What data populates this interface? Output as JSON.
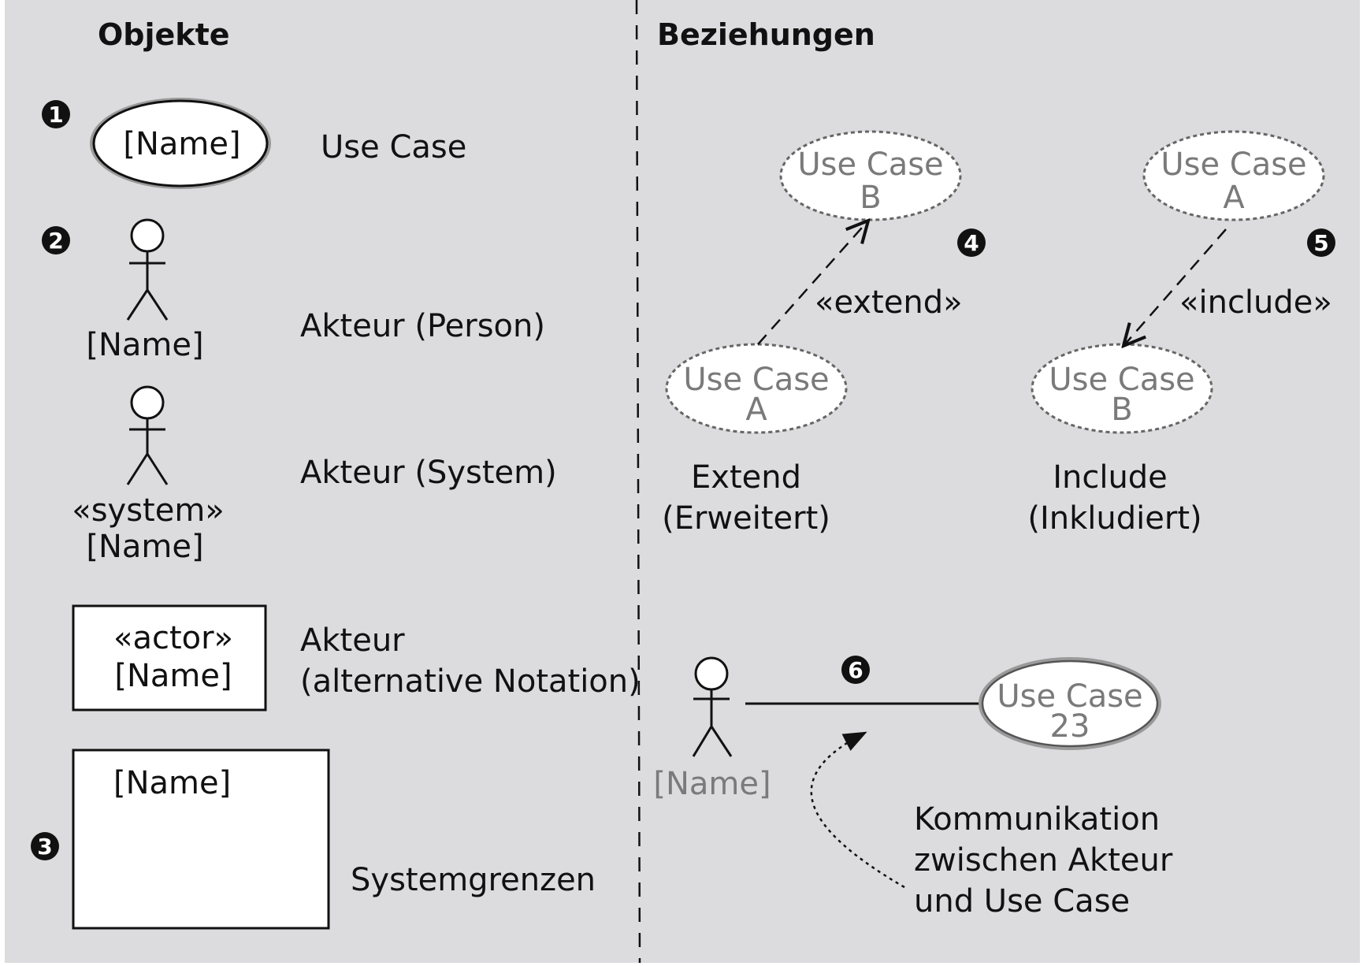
{
  "headings": {
    "objects": "Objekte",
    "relations": "Beziehungen"
  },
  "markers": [
    "1",
    "2",
    "3",
    "4",
    "5",
    "6"
  ],
  "objects": {
    "use_case": {
      "shape_text": "[Name]",
      "description": "Use Case"
    },
    "actor_person": {
      "name": "[Name]",
      "description": "Akteur (Person)"
    },
    "actor_system": {
      "stereotype": "«system»",
      "name": "[Name]",
      "description": "Akteur (System)"
    },
    "actor_alt": {
      "stereotype": "«actor»",
      "name": "[Name]",
      "description_line1": "Akteur",
      "description_line2": "(alternative Notation)"
    },
    "system_boundary": {
      "name": "[Name]",
      "description": "Systemgrenzen"
    }
  },
  "relations": {
    "extend": {
      "target_line1": "Use Case",
      "target_line2": "B",
      "source_line1": "Use Case",
      "source_line2": "A",
      "stereotype": "«extend»",
      "caption_line1": "Extend",
      "caption_line2": "(Erweitert)"
    },
    "include": {
      "source_line1": "Use Case",
      "source_line2": "A",
      "target_line1": "Use Case",
      "target_line2": "B",
      "stereotype": "«include»",
      "caption_line1": "Include",
      "caption_line2": "(Inkludiert)"
    },
    "communication": {
      "actor_name": "[Name]",
      "use_case_line1": "Use Case",
      "use_case_line2": "23",
      "caption_line1": "Kommunikation",
      "caption_line2": "zwischen Akteur",
      "caption_line3": "und Use Case"
    }
  },
  "colors": {
    "panel": "#dcdcde",
    "ink": "#111111",
    "muted_text": "#7a7a7a",
    "ellipse_border_gray": "#9a9a9a"
  }
}
